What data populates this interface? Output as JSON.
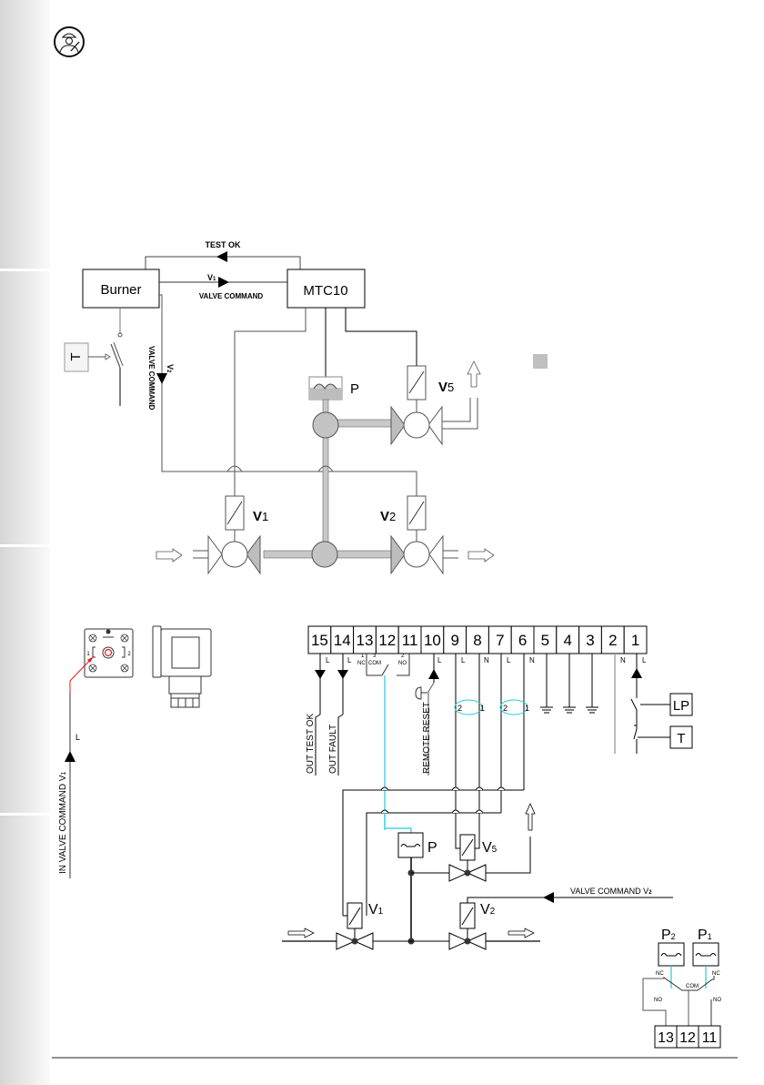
{
  "icons": {
    "technician": "technician-icon"
  },
  "top_diagram": {
    "burner_label": "Burner",
    "controller_label": "MTC10",
    "test_ok_label": "TEST OK",
    "v1_signal_label": "V",
    "v1_signal_sub": "1",
    "valve_command_label": "VALVE COMMAND",
    "v2_signal_label": "V",
    "v2_signal_sub": "2",
    "thermostat_label": "T",
    "pressure_switch_label": "P",
    "valve_v5_label": "V",
    "valve_v5_sub": "5",
    "valve_v1_label": "V",
    "valve_v1_sub": "1",
    "valve_v2_label": "V",
    "valve_v2_sub": "2",
    "legend_color": "#c0c0c0"
  },
  "connector": {
    "pin1_label": "1",
    "pin2_label": "2",
    "wire_label": "L",
    "input_label": "IN VALVE COMMAND V",
    "input_sub": "1"
  },
  "terminal_block": {
    "terminals": [
      "15",
      "14",
      "13",
      "12",
      "11",
      "10",
      "9",
      "8",
      "7",
      "6",
      "5",
      "4",
      "3",
      "2",
      "1"
    ],
    "sub_labels": {
      "t15": "L",
      "t14": "L",
      "t13_num": "1",
      "t13": "NC",
      "t12_num": "3",
      "t12": "COM",
      "t11_num": "2",
      "t11": "NO",
      "t10": "L",
      "t9": "L",
      "t8": "N",
      "t7": "L",
      "t6": "N",
      "t2": "N",
      "t1": "L"
    },
    "out_test_ok": "OUT TEST OK",
    "out_fault": "OUT FAULT",
    "remote_reset": "REMOTE RESET",
    "coil_pins": [
      "2",
      "1",
      "2",
      "1"
    ],
    "limit_label": "LP",
    "thermostat_label": "T"
  },
  "bottom_diagram": {
    "pressure_label": "P",
    "v5_label": "V",
    "v5_sub": "5",
    "v1_label": "V",
    "v1_sub": "1",
    "v2_label": "V",
    "v2_sub": "2",
    "valve_command_v2": "VALVE COMMAND V",
    "valve_command_v2_sub": "2"
  },
  "pressure_switches": {
    "p2_label": "P",
    "p2_sub": "2",
    "p1_label": "P",
    "p1_sub": "1",
    "nc_left": "NC",
    "nc_right": "NC",
    "com": "COM",
    "no_left": "NO",
    "no_right": "NO",
    "terminals": [
      "13",
      "12",
      "11"
    ]
  },
  "colors": {
    "cyan_wire": "#22ccdd",
    "red_wire": "#e02020",
    "pipe_gray": "#c8c8c8"
  }
}
